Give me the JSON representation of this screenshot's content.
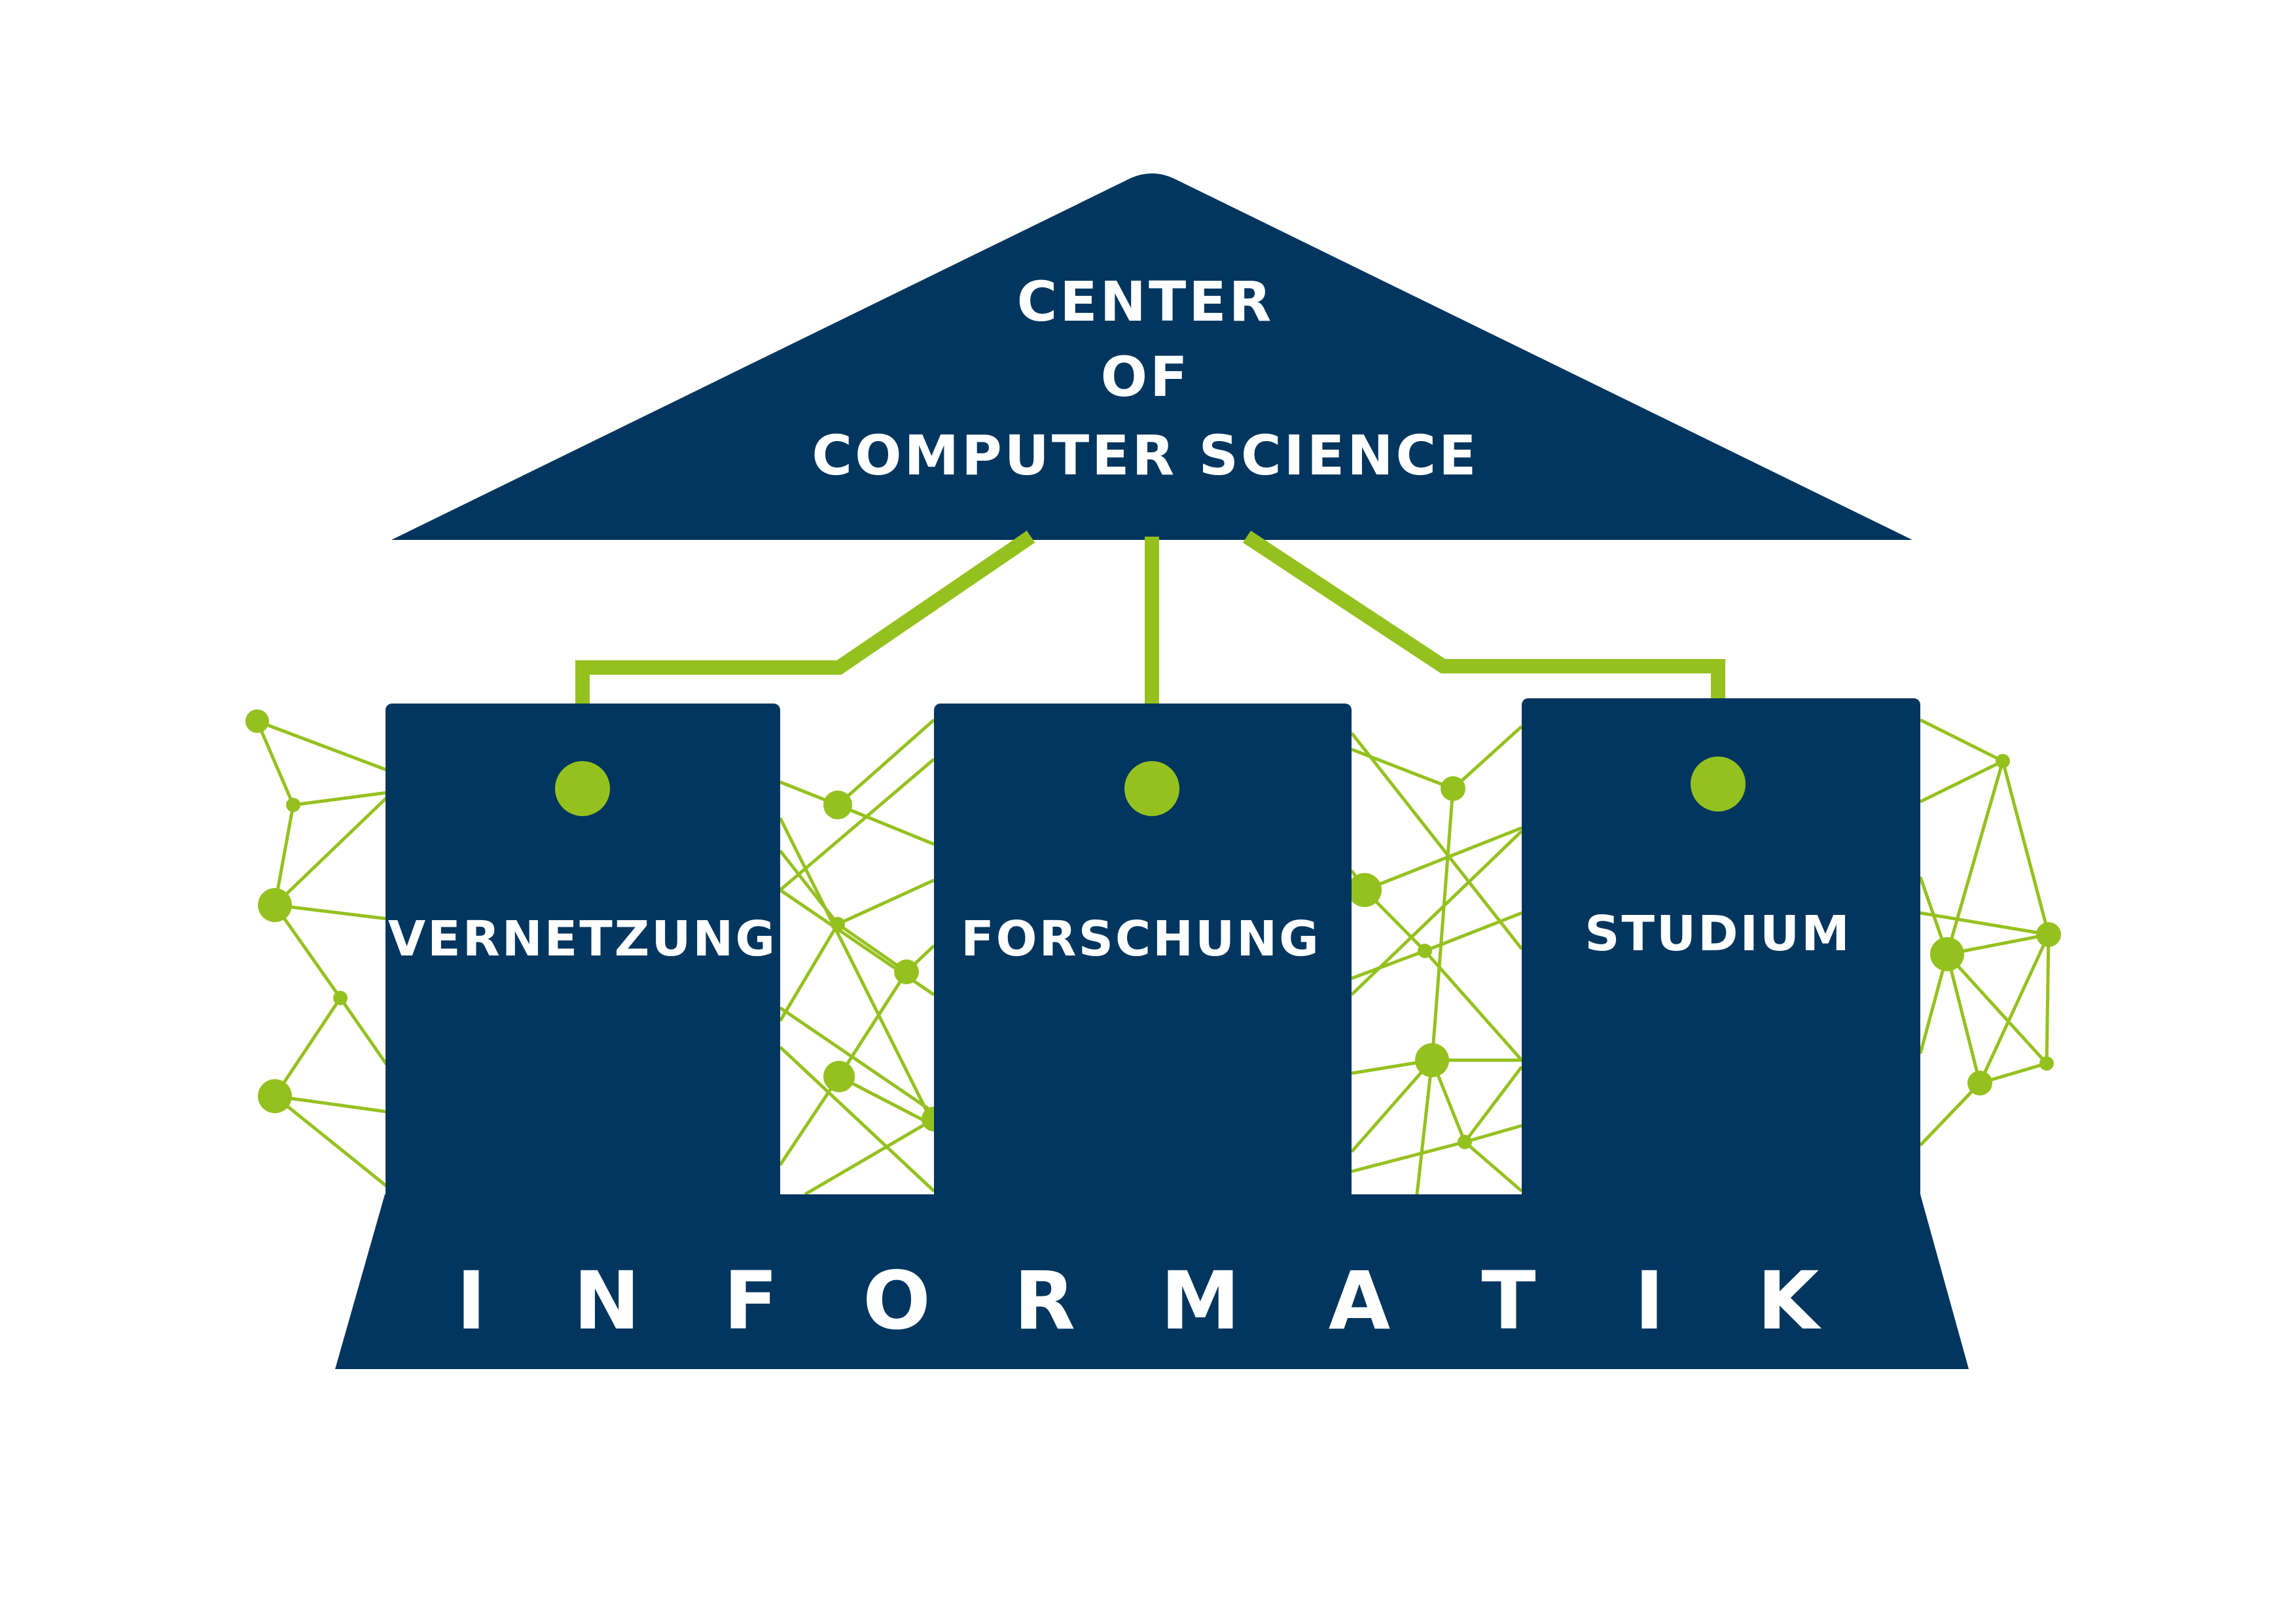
{
  "colors": {
    "navy": "#02365f",
    "green": "#95c11f",
    "background": "#ffffff"
  },
  "roof": {
    "line1": "CENTER",
    "line2": "OF",
    "line3": "COMPUTER SCIENCE"
  },
  "pillars": [
    {
      "label": "VERNETZUNG"
    },
    {
      "label": "FORSCHUNG"
    },
    {
      "label": "STUDIUM"
    }
  ],
  "base": {
    "letters": [
      "I",
      "N",
      "F",
      "O",
      "R",
      "M",
      "A",
      "T",
      "I",
      "K"
    ]
  }
}
